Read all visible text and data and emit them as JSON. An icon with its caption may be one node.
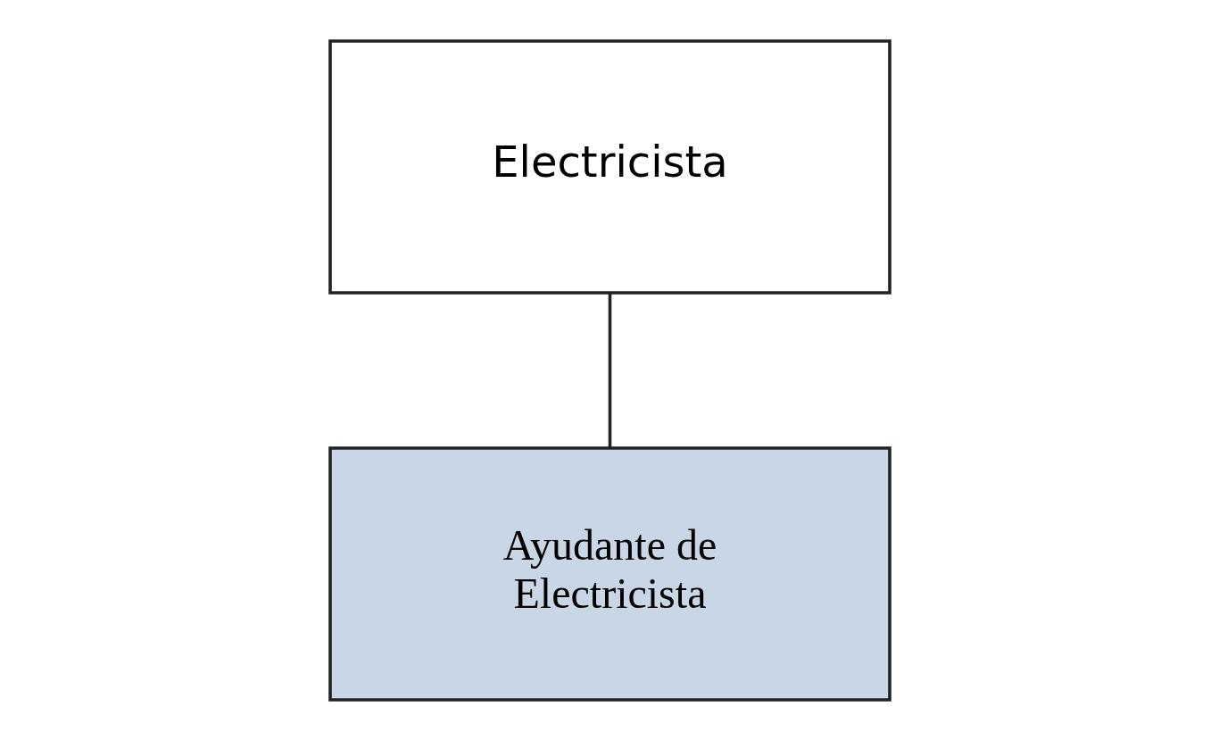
{
  "diagram": {
    "nodes": [
      {
        "text": [
          "Electricista"
        ]
      },
      {
        "text": [
          "Ayudante de Electricista"
        ]
      }
    ],
    "edges": [
      {
        "from": 0,
        "to": 1,
        "arrow": "none"
      }
    ]
  }
}
